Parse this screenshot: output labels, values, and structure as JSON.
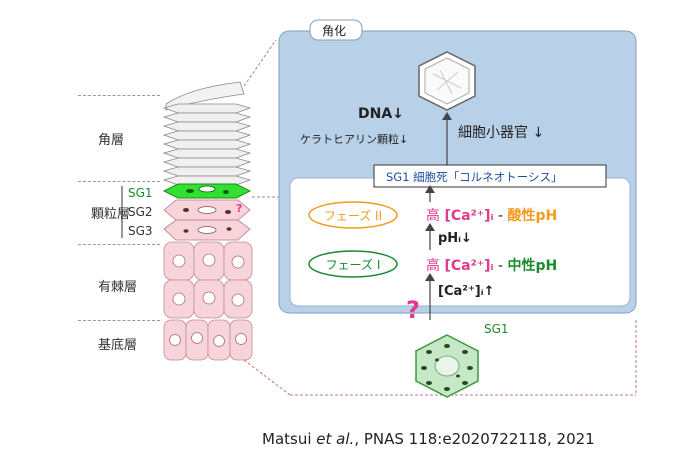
{
  "layers": {
    "stratum_corneum": "角層",
    "stratum_granulosum": "顆粒層",
    "stratum_spinosum": "有棘層",
    "stratum_basale": "基底層",
    "sg1": "SG1",
    "sg2": "SG2",
    "sg3": "SG3"
  },
  "panel": {
    "tab_label": "角化",
    "dna": "DNA↓",
    "keratohyalin": "ケラトヒアリン顆粒↓",
    "organelles": "細胞小器官 ↓",
    "corneoptosis": "SG1 細胞死「コルネオトーシス」",
    "phase2_label": "フェーズ II",
    "phase1_label": "フェーズ I",
    "high": "高",
    "ca": "[Ca²⁺]ᵢ",
    "dash": "-",
    "acidic_ph": "酸性pH",
    "neutral_ph": "中性pH",
    "phi_down": "pHᵢ↓",
    "ca_up": "[Ca²⁺]ᵢ↑",
    "question": "?",
    "sg1_cell": "SG1"
  },
  "citation": {
    "authors": "Matsui",
    "etal": "et al.",
    "ref": ", PNAS 118:e2020722118, 2021"
  },
  "colors": {
    "panel_blue": "#b9d1e8",
    "panel_border": "#7f9fc2",
    "orange": "#f39a1f",
    "green": "#1a8a2e",
    "magenta": "#e23a8c",
    "navy": "#1f4e9e",
    "sg1_green": "#32e032",
    "pink_cell": "#f7d3da"
  }
}
